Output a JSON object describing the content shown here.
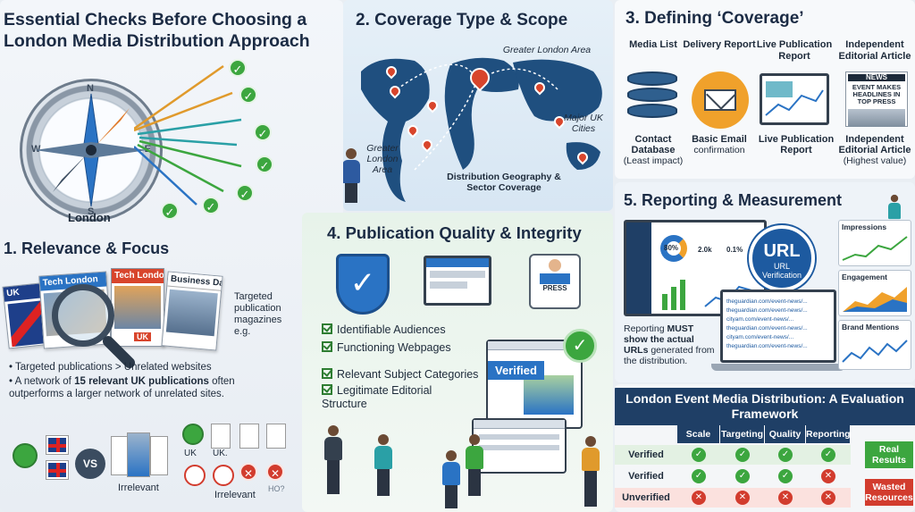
{
  "panel1": {
    "title": "Essential Checks Before Choosing a London Media Distribution Approach",
    "compass_label": "London",
    "compass_letters": {
      "n": "N",
      "e": "E",
      "s": "S",
      "w": "W"
    },
    "section_title": "1. Relevance & Focus",
    "magazines": [
      {
        "label": "UK",
        "color": "#1e3f8a"
      },
      {
        "label": "Tech London",
        "color": "#2a73c4"
      },
      {
        "label": "Tech London",
        "color": "#d8452c"
      },
      {
        "label": "Business Daily",
        "color": "#c9a14a"
      }
    ],
    "magnifier_tag": "UK",
    "side_note": "Targeted publication magazines e.g.",
    "bullet1": "Targeted publications > Unrelated websites",
    "bullet2_pre": "A network of ",
    "bullet2_bold": "15 relevant UK publications",
    "bullet2_post": " often outperforms a larger network of unrelated sites.",
    "vs_label": "VS",
    "irrelevant_1": "Irrelevant",
    "irrelevant_2": "Irrelevant",
    "small_labels": [
      "UK",
      "UK.",
      "HO?"
    ]
  },
  "panel2": {
    "title": "2. Coverage Type & Scope",
    "label_greater_top": "Greater London Area",
    "label_greater_left": "Greater London Area",
    "label_cities": "Major UK Cities",
    "caption": "Distribution Geography & Sector Coverage"
  },
  "panel3": {
    "title": "3. Defining ‘Coverage’",
    "columns": [
      {
        "head": "Media List",
        "foot_bold": "Contact Database",
        "foot": "(Least impact)"
      },
      {
        "head": "Delivery Report",
        "foot_bold": "Basic Email",
        "foot": "confirmation"
      },
      {
        "head": "Live Publication Report",
        "foot_bold": "Live Publication Report",
        "foot": ""
      },
      {
        "head": "Independent Editorial Article",
        "foot_bold": "Independent Editorial Article",
        "foot": "(Highest value)"
      }
    ],
    "news_text": "NEWS",
    "news_headline": "EVENT MAKES HEADLINES IN TOP PRESS"
  },
  "panel4": {
    "title": "4. Publication Quality & Integrity",
    "checks": [
      "Identifiable Audiences",
      "Functioning Webpages",
      "Relevant Subject Categories",
      "Legitimate Editorial Structure"
    ],
    "press_label": "PRESS",
    "verified_label": "Verified"
  },
  "panel5": {
    "title": "5. Reporting & Measurement",
    "dash_stats": [
      "80%",
      "2.0k",
      "0.1%"
    ],
    "url_big": "URL",
    "url_small": "URL Verification",
    "urls": [
      "theguardian.com/event-news/...",
      "theguardian.com/event-news/...",
      "cityam.com/event-news/...",
      "theguardian.com/event-news/...",
      "cityam.com/event-news/...",
      "theguardian.com/event-news/..."
    ],
    "note_pre": "Reporting ",
    "note_bold": "MUST show the actual URLs",
    "note_post": " generated from the distribution.",
    "metrics": [
      "Impressions",
      "Engagement",
      "Brand Mentions"
    ]
  },
  "panel6": {
    "title": "London Event Media Distribution: A Evaluation Framework",
    "headers": [
      "Scale",
      "Targeting",
      "Quality",
      "Reporting"
    ],
    "rows": [
      {
        "label": "Verified",
        "cells": [
          "check",
          "check",
          "check",
          "check"
        ],
        "result": "Real Results"
      },
      {
        "label": "Verified",
        "cells": [
          "check",
          "check",
          "check",
          "x"
        ],
        "result": ""
      },
      {
        "label": "Unverified",
        "cells": [
          "x",
          "x",
          "x",
          "x"
        ],
        "result": "Wasted Resources"
      }
    ]
  }
}
